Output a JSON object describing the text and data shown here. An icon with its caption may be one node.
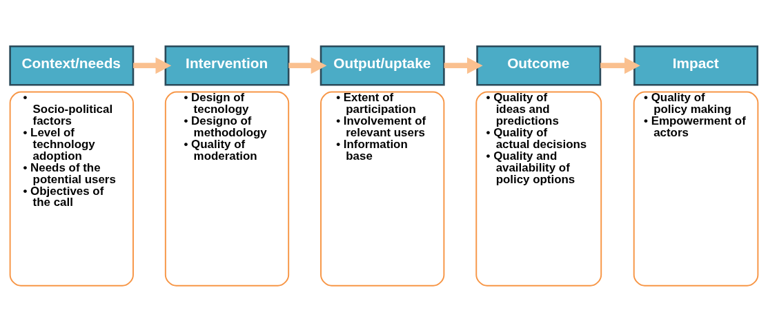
{
  "diagram": {
    "nodes": [
      {
        "text": [
          "Context/needs"
        ]
      },
      {
        "text": [
          "• Socio-political factors",
          "• Level of technology adoption",
          "• Needs of the potential users",
          "• Objectives of the call"
        ]
      },
      {
        "text": [
          "Intervention"
        ]
      },
      {
        "text": [
          "• Design of tecnology",
          "• Designo of methodology",
          "• Quality of moderation"
        ]
      },
      {
        "text": [
          "Output/uptake"
        ]
      },
      {
        "text": [
          "• Extent of participation",
          "• Involvement of relevant users",
          "• Information base"
        ]
      },
      {
        "text": [
          "Outcome"
        ]
      },
      {
        "text": [
          "• Quality of ideas and predictions",
          "• Quality of actual decisions",
          "• Quality and availability of policy options"
        ]
      },
      {
        "text": [
          "Impact"
        ]
      },
      {
        "text": [
          "• Quality of policy making",
          "• Empowerment of actors"
        ]
      }
    ],
    "edges": [
      {
        "from": 0,
        "to": 2,
        "arrow": "to"
      },
      {
        "from": 2,
        "to": 4,
        "arrow": "to"
      },
      {
        "from": 4,
        "to": 6,
        "arrow": "to"
      },
      {
        "from": 6,
        "to": 8,
        "arrow": "to"
      }
    ]
  }
}
